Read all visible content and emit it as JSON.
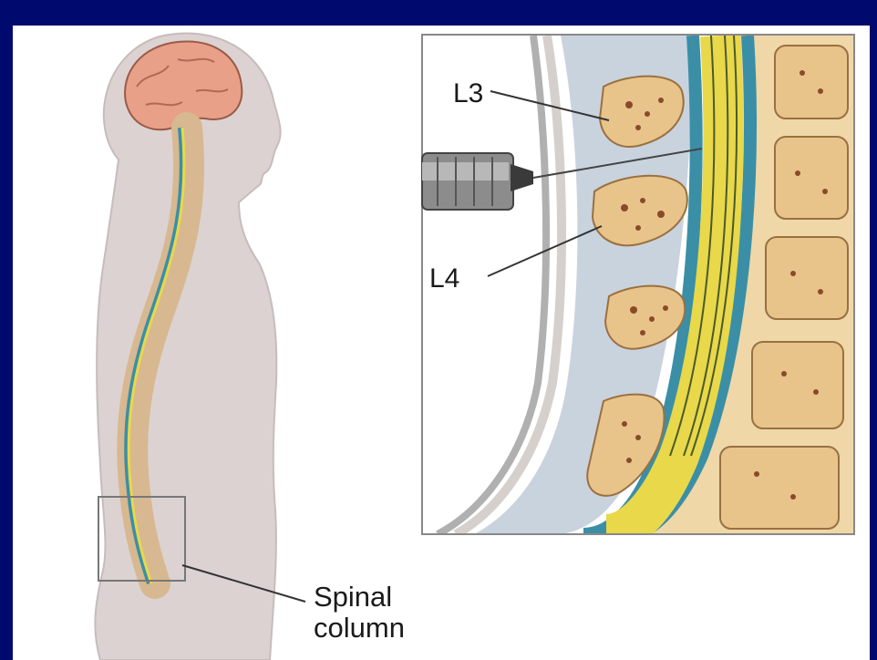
{
  "labels": {
    "l3": "L3",
    "l4": "L4",
    "spinal_line1": "Spinal",
    "spinal_line2": "column"
  },
  "colors": {
    "frame": "#000a6e",
    "panel": "#ffffff",
    "body": "#dcd2d2",
    "brain": "#e8a088",
    "spinal_cord": "#e8d84a",
    "dura": "#3a8fa6",
    "bone": "#e8c48a",
    "bone_pores": "#8a4a2a",
    "ligament": "#c9d3de"
  },
  "icons": [
    "syringe-icon",
    "brain-icon"
  ]
}
